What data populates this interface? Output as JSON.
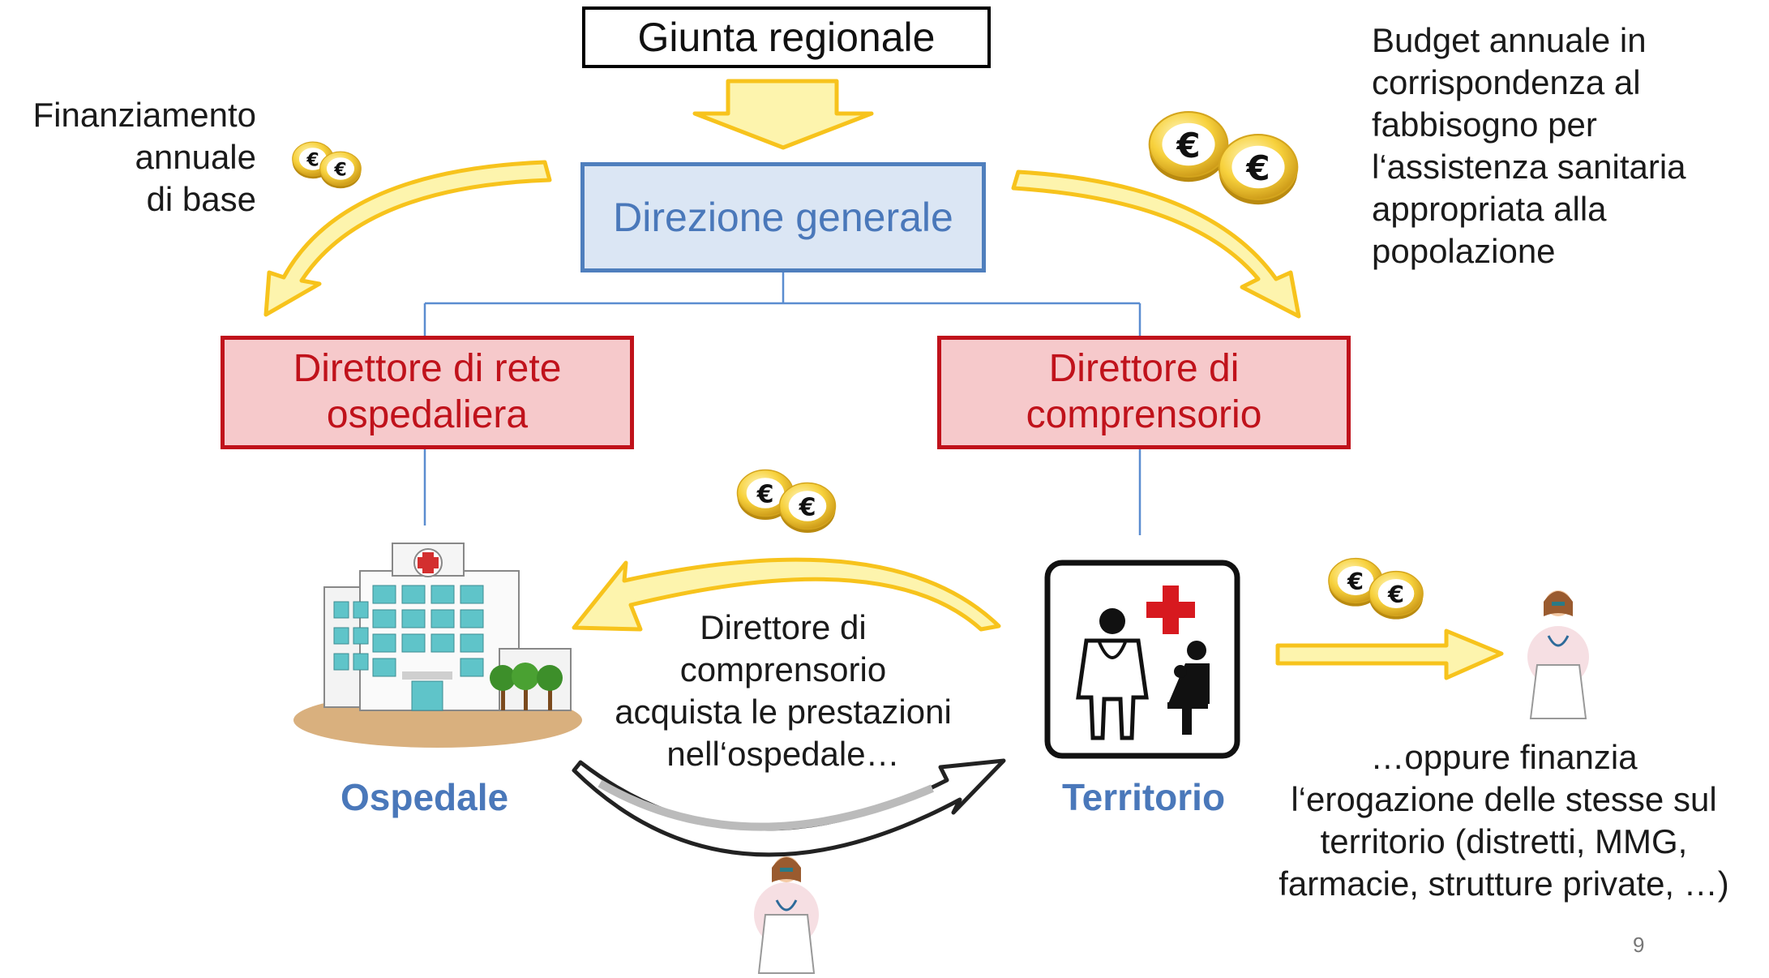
{
  "boxes": {
    "giunta": "Giunta regionale",
    "direzione": "Direzione generale",
    "rete_line1": "Direttore di rete",
    "rete_line2": "ospedaliera",
    "comp_line1": "Direttore di",
    "comp_line2": "comprensorio"
  },
  "notes": {
    "left": [
      "Finanziamento",
      "annuale",
      "di base"
    ],
    "right": [
      "Budget annuale in",
      "corrispondenza al",
      "fabbisogno per",
      "l‘assistenza sanitaria",
      "appropriata alla",
      "popolazione"
    ],
    "center": [
      "Direttore di",
      "comprensorio",
      "acquista le prestazioni",
      "nell‘ospedale…"
    ],
    "bottom_right": [
      "…oppure finanzia",
      "l‘erogazione delle stesse sul",
      "territorio (distretti, MMG,",
      "farmacie, strutture private, …)"
    ]
  },
  "labels": {
    "ospedale": "Ospedale",
    "territorio": "Territorio"
  },
  "icons": {
    "coin_symbol": "€"
  },
  "page_number": "9",
  "colors": {
    "arrow_fill": "#fdf4ad",
    "arrow_stroke": "#f7c31c",
    "box_blue_border": "#4f7fbd",
    "box_blue_fill": "#dbe6f4",
    "box_red_border": "#c0121b",
    "box_red_fill": "#f6c9cb",
    "label_blue": "#4a78ba",
    "connector": "#5b8dd0"
  }
}
